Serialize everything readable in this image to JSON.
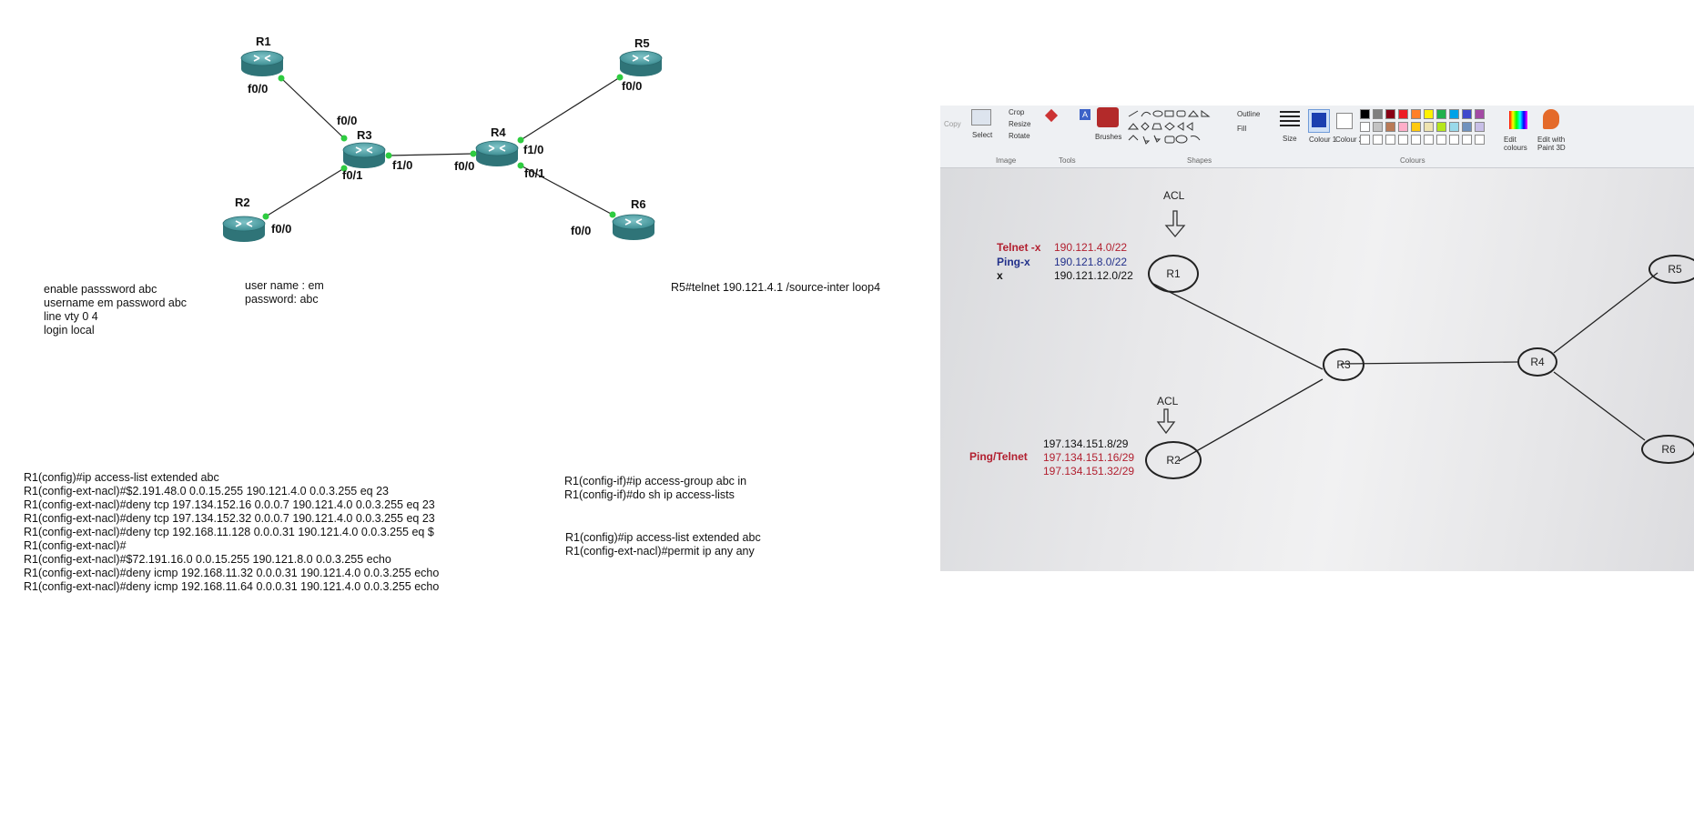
{
  "topology": {
    "routers": [
      {
        "id": "R1",
        "label": "R1"
      },
      {
        "id": "R2",
        "label": "R2"
      },
      {
        "id": "R3",
        "label": "R3"
      },
      {
        "id": "R4",
        "label": "R4"
      },
      {
        "id": "R5",
        "label": "R5"
      },
      {
        "id": "R6",
        "label": "R6"
      }
    ],
    "ports": {
      "r1_f00": "f0/0",
      "r3_f00": "f0/0",
      "r3_f10": "f1/0",
      "r3_f01": "f0/1",
      "r2_f00": "f0/0",
      "r4_f00": "f0/0",
      "r4_f10": "f1/0",
      "r4_f01": "f0/1",
      "r5_f00": "f0/0",
      "r6_f00": "f0/0"
    },
    "colors": {
      "router": "#3d8e93",
      "link": "#222222",
      "port_dot": "#2ecc40"
    }
  },
  "notes": {
    "config_lines": [
      "enable passsword abc",
      "username em password abc",
      "line vty 0 4",
      "login local"
    ],
    "credentials": [
      "user name : em",
      "password: abc"
    ],
    "telnet_cmd": "R5#telnet 190.121.4.1  /source-inter loop4"
  },
  "acl_block": [
    "R1(config)#ip access-list extended abc",
    "R1(config-ext-nacl)#$2.191.48.0 0.0.15.255 190.121.4.0 0.0.3.255 eq 23",
    "R1(config-ext-nacl)#deny tcp 197.134.152.16 0.0.0.7 190.121.4.0 0.0.3.255 eq 23",
    "R1(config-ext-nacl)#deny tcp 197.134.152.32 0.0.0.7 190.121.4.0 0.0.3.255 eq 23",
    "R1(config-ext-nacl)#deny tcp 192.168.11.128 0.0.0.31 190.121.4.0 0.0.3.255 eq $",
    "R1(config-ext-nacl)#",
    "R1(config-ext-nacl)#$72.191.16.0 0.0.15.255 190.121.8.0 0.0.3.255 echo",
    "R1(config-ext-nacl)#deny icmp 192.168.11.32 0.0.0.31 190.121.4.0 0.0.3.255 echo",
    "R1(config-ext-nacl)#deny icmp 192.168.11.64 0.0.0.31 190.121.4.0 0.0.3.255 echo"
  ],
  "if_block": [
    "R1(config-if)#ip access-group abc in",
    "R1(config-if)#do sh ip access-lists"
  ],
  "permit_block": [
    "R1(config)#ip access-list extended abc",
    "R1(config-ext-nacl)#permit ip any any"
  ],
  "photo": {
    "toolbar": {
      "copy": "Copy",
      "crop": "Crop",
      "resize": "Resize",
      "rotate": "Rotate",
      "select": "Select",
      "image": "Image",
      "tools": "Tools",
      "brushes": "Brushes",
      "shapes": "Shapes",
      "outline": "Outline",
      "fill": "Fill",
      "size": "Size",
      "colour1": "Colour 1",
      "colour2": "Colour 2",
      "colours": "Colours",
      "edit_colours": "Edit colours",
      "edit_paint3d": "Edit with Paint 3D",
      "palette": [
        "#000000",
        "#7f7f7f",
        "#880015",
        "#ed1c24",
        "#ff7f27",
        "#fff200",
        "#22b14c",
        "#00a2e8",
        "#3f48cc",
        "#a349a4",
        "#ffffff",
        "#c3c3c3",
        "#b97a57",
        "#ffaec9",
        "#ffc90e",
        "#efe4b0",
        "#b5e61d",
        "#99d9ea",
        "#7092be",
        "#c8bfe7"
      ]
    },
    "nodes": {
      "r1": "R1",
      "r2": "R2",
      "r3": "R3",
      "r4": "R4",
      "r5": "R5",
      "r6": "R6"
    },
    "acl_top": "ACL",
    "acl_bottom": "ACL",
    "telnet_label": "Telnet -x",
    "ping_label": "Ping-x",
    "x_label": "x",
    "net_telnet": "190.121.4.0/22",
    "net_ping": "190.121.8.0/22",
    "net_x": "190.121.12.0/22",
    "pingtelnet_label": "Ping/Telnet",
    "src_nets": [
      "197.134.151.8/29",
      "197.134.151.16/29",
      "197.134.151.32/29"
    ],
    "colors": {
      "red": "#b22030",
      "blue": "#22308a",
      "dark": "#111111"
    }
  }
}
